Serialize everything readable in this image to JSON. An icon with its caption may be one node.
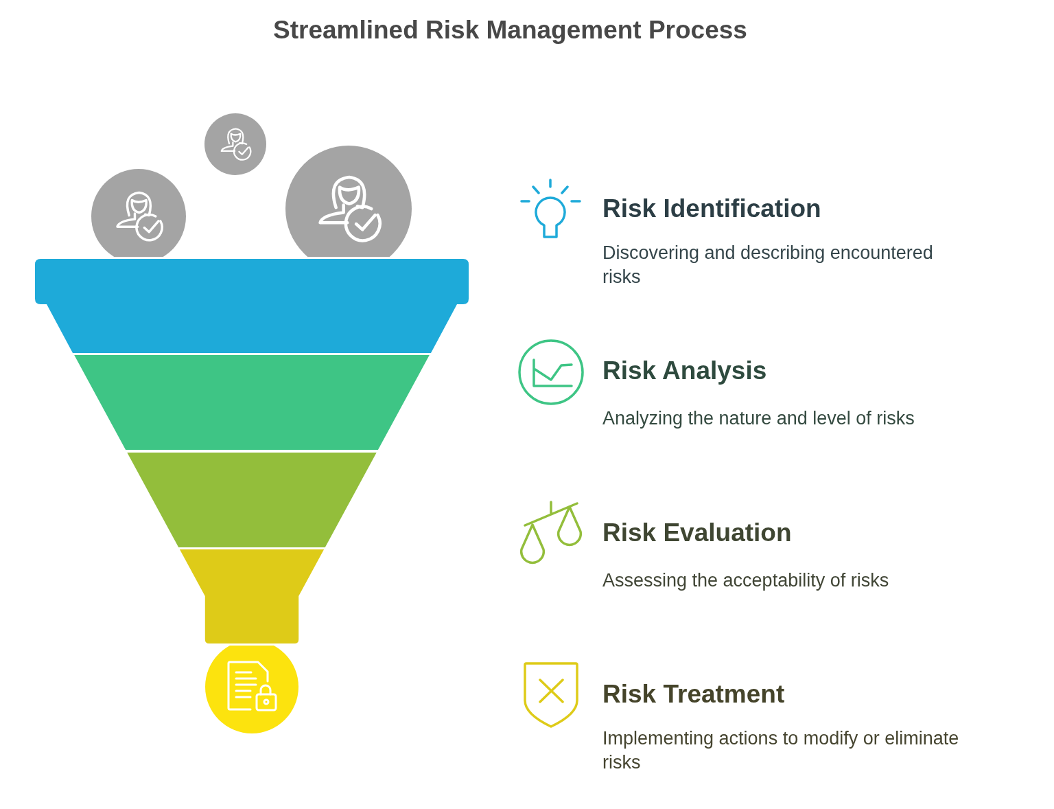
{
  "diagram": {
    "title": "Streamlined Risk Management Process",
    "labels": [
      "Risk Identification",
      "Discovering and describing encountered risks",
      "Risk Analysis",
      "Analyzing the nature and level of risks",
      "Risk Evaluation",
      "Assessing the acceptability of risks",
      "Risk Treatment",
      "Implementing actions to modify or eliminate risks"
    ]
  }
}
